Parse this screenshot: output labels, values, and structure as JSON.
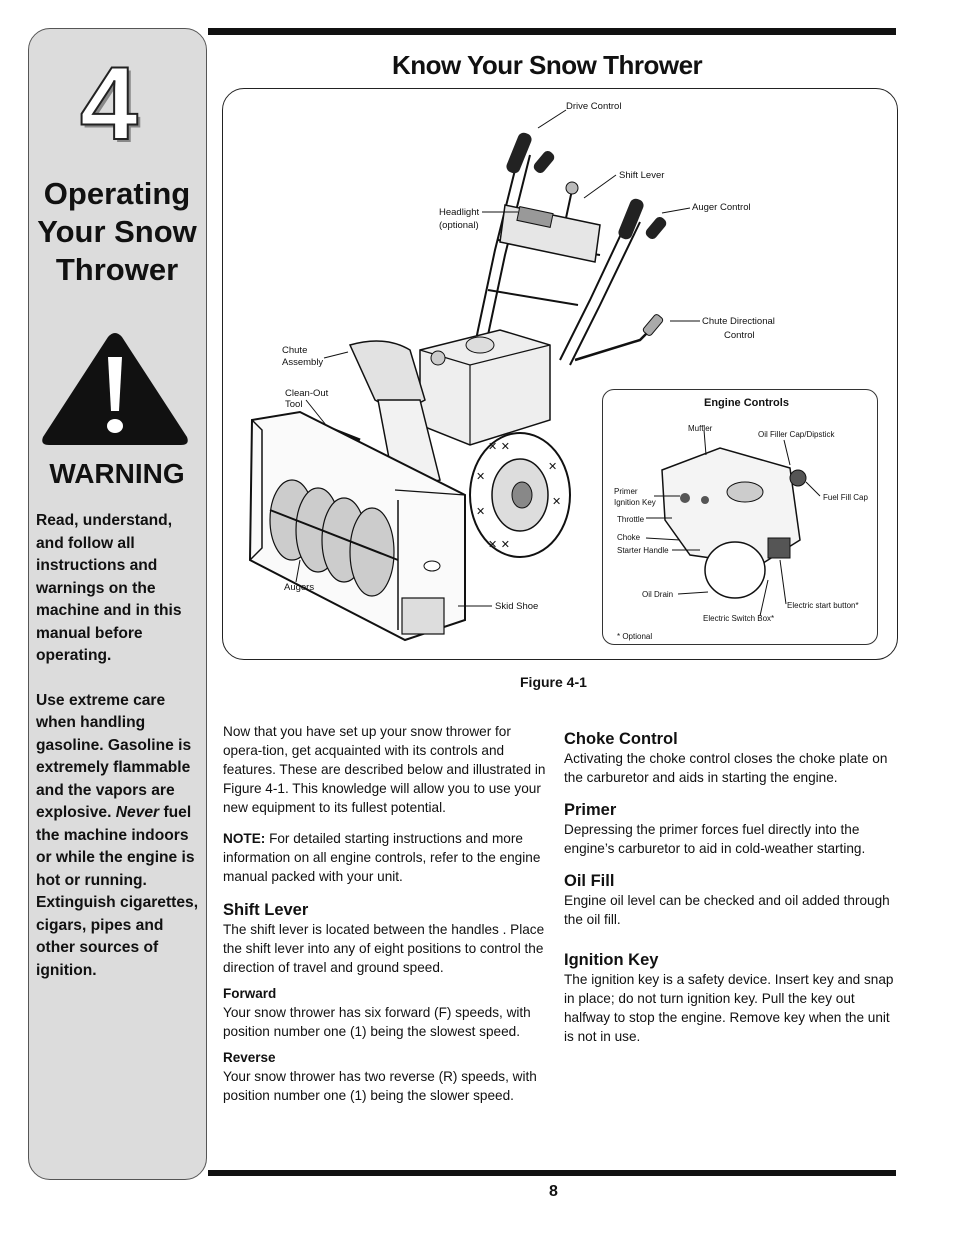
{
  "sidebar": {
    "chapter_number": "4",
    "chapter_title": [
      "Operating",
      "Your Snow",
      "Thrower"
    ],
    "warning_heading": "WARNING",
    "warning_para1": "Read, understand, and follow all instructions and warnings on the machine and in this manual before operating.",
    "warning_para2_before": "Use extreme care when handling gasoline. Gasoline is extremely flammable and the vapors are explosive. ",
    "warning_para2_emph": "Never",
    "warning_para2_after": " fuel the machine indoors or while the engine is hot or running. Extinguish cigarettes, cigars, pipes and other sources of ignition."
  },
  "header": {
    "title": "Know Your Snow Thrower"
  },
  "figure": {
    "labels": {
      "drive_control": "Drive Control",
      "shift_lever": "Shift Lever",
      "headlight": "Headlight",
      "headlight_optional": "(optional)",
      "auger_control": "Auger Control",
      "chute_directional_control": "Chute Directional",
      "chute_directional_control_2": "Control",
      "chute_assembly": "Chute",
      "chute_assembly_2": "Assembly",
      "clean_out_tool": "Clean-Out",
      "clean_out_tool_2": "Tool",
      "augers": "Augers",
      "skid_shoe": "Skid Shoe"
    },
    "engine_controls": {
      "title": "Engine Controls",
      "muffler": "Muffler",
      "oil_filler": "Oil Filler Cap/Dipstick",
      "primer": "Primer",
      "ignition_key": "Ignition Key",
      "fuel_fill_cap": "Fuel Fill Cap",
      "throttle": "Throttle",
      "choke": "Choke",
      "starter_handle": "Starter Handle",
      "oil_drain": "Oil Drain",
      "electric_start_button": "Electric start button*",
      "electric_switch_box": "Electric Switch Box*",
      "optional_note": "* Optional"
    },
    "caption": "Figure 4-1"
  },
  "left_column": {
    "intro": "Now that you have set up your snow thrower for opera-tion, get acquainted with its controls and features. These are described below and illustrated  in Figure 4-1. This knowledge will allow you to use your new equipment to its fullest potential.",
    "note_label": "NOTE:",
    "note_text": " For detailed starting instructions and more information on all engine controls, refer to the engine manual packed with your unit.",
    "shift_lever_heading": "Shift Lever",
    "shift_lever_text": "The shift lever is located between the handles . Place the shift lever into any of eight positions to control the direction of travel and ground speed.",
    "forward_heading": "Forward",
    "forward_text": "Your snow thrower has six forward (F) speeds, with position number one (1) being the slowest speed.",
    "reverse_heading": "Reverse",
    "reverse_text": "Your snow thrower has two reverse (R) speeds, with position number one (1) being the slower speed."
  },
  "right_column": {
    "choke_heading": "Choke Control",
    "choke_text": "Activating the choke control closes the choke plate on the carburetor and aids in starting the engine.",
    "primer_heading": "Primer",
    "primer_text": "Depressing the primer forces fuel directly into the engine’s carburetor to aid in cold-weather starting.",
    "oil_fill_heading": "Oil Fill",
    "oil_fill_text": "Engine oil level can be checked and oil added through the oil fill.",
    "ignition_heading": "Ignition Key",
    "ignition_text": "The ignition key is a safety device. Insert key and snap in place; do not turn ignition key. Pull the key out halfway to stop the engine. Remove key when the unit is not in use."
  },
  "footer": {
    "page_number": "8"
  }
}
